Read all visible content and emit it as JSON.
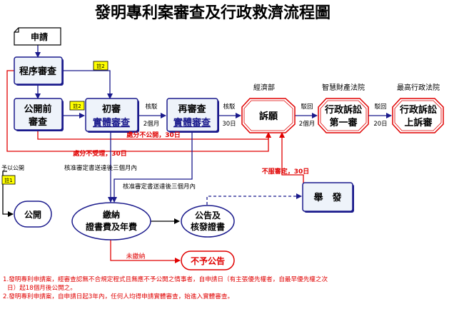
{
  "title": "發明專利案審查及行政救濟流程圖",
  "nodes": {
    "apply": "申請",
    "formal_review": "程序審查",
    "pre_pub_line1": "公開前",
    "pre_pub_line2": "審查",
    "first_line1": "初審",
    "first_line2": "實體審查",
    "re_line1": "再審查",
    "re_line2": "實體審查",
    "appeal": "訴願",
    "lit1_line1": "行政訴訟",
    "lit1_line2": "第一審",
    "lit2_line1": "行政訴訟",
    "lit2_line2": "上訴審",
    "publish": "公開",
    "pay_line1": "繳納",
    "pay_line2": "證書費及年費",
    "announce_line1": "公告及",
    "announce_line2": "核發證書",
    "report": "舉　發",
    "no_announce": "不予公告"
  },
  "org_labels": {
    "moea": "經濟部",
    "ip_court": "智慧財產法院",
    "supreme_admin": "最高行政法院"
  },
  "edge_labels": {
    "reject_1": "核駁",
    "two_months_1": "2個月",
    "reject_2": "核駁",
    "thirty_days_1": "30日",
    "dismiss_1": "駁回",
    "two_months_2": "2個月",
    "dismiss_2": "駁回",
    "twenty_days": "20日",
    "not_public_30": "處分不公開，30日",
    "not_accepted_30": "處分不受理，30日",
    "approve_3m_a": "核准審定書送達後三個月內",
    "approve_3m_b": "核准審定書送達後三個月內",
    "not_satisfied_30": "不服審定，30日",
    "make_public": "予以公開",
    "unpaid": "未繳納"
  },
  "badges": {
    "note1": "註1",
    "note2_a": "註2",
    "note2_b": "註2"
  },
  "notes": {
    "note1_line1": "1.發明專利申請案，經審查認無不合規定程式且無應不予公開之情事者，自申請日（有主張優先權者，自最早優先權之次",
    "note1_line2": "日）起18個月後公開之。",
    "note2": "2.發明專利申請案，自申請日起3年內，任何人均得申請實體審查，始進入實體審查。"
  },
  "colors": {
    "red": "#e00000",
    "blue": "#0000cc",
    "navy": "#1a1a8c",
    "box_fill": "#eef3fa",
    "badge_fill": "#ffff00"
  }
}
